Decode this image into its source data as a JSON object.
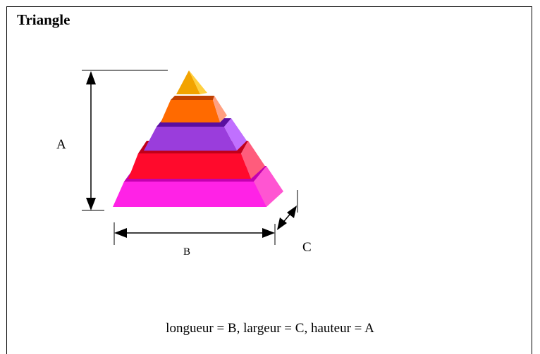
{
  "title": "Triangle",
  "labels": {
    "height": "A",
    "length": "B",
    "width": "C"
  },
  "caption": "longueur = B, largeur = C, hauteur = A",
  "colors": {
    "tier_top": "#f2a300",
    "tier_2": "#ff6a00",
    "tier_3": "#9a3ddc",
    "tier_4": "#ff0a2c",
    "tier_5": "#ff22e6"
  }
}
